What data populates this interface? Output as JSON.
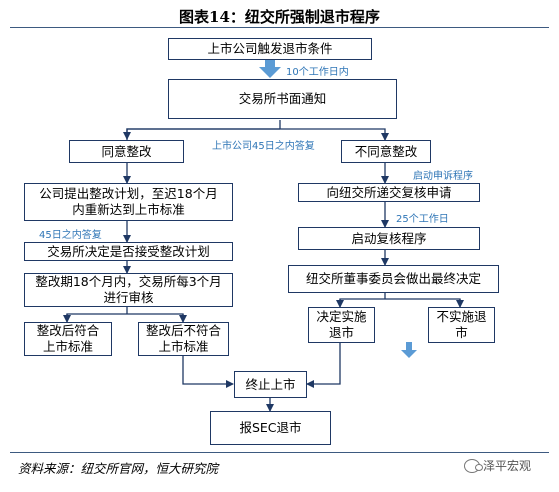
{
  "title": "图表14：纽交所强制退市程序",
  "nodes": {
    "trigger": "上市公司触发退市条件",
    "notice": "交易所书面通知",
    "agree": "同意整改",
    "disagree": "不同意整改",
    "plan": [
      "公司提出整改计划，至迟18个月",
      "内重新达到上市标准"
    ],
    "decide_plan": "交易所决定是否接受整改计划",
    "review_period": [
      "整改期18个月内，交易所每3个月",
      "进行审核"
    ],
    "meets": [
      "整改后符合",
      "上市标准"
    ],
    "not_meets": [
      "整改后不符合",
      "上市标准"
    ],
    "appeal_request": "向纽交所递交复核申请",
    "start_review": "启动复核程序",
    "board_decision": "纽交所董事委员会做出最终决定",
    "implement": [
      "决定实施",
      "退市"
    ],
    "not_implement": [
      "不实施退",
      "市"
    ],
    "terminate": "终止上市",
    "report_sec": "报SEC退市"
  },
  "notes": {
    "ten_days": "10个工作日内",
    "reply_45": "上市公司45日之内答复",
    "appeal": "启动申诉程序",
    "days_25": "25个工作日",
    "reply_45b": "45日之内答复"
  },
  "footer": {
    "source": "资料来源：纽交所官网，恒大研究院",
    "logo_text": "泽平宏观"
  },
  "colors": {
    "box_border": "#1f3864",
    "line": "#1f3864",
    "note_text": "#2e75b6",
    "arrow_fill": "#5b9bd5"
  }
}
